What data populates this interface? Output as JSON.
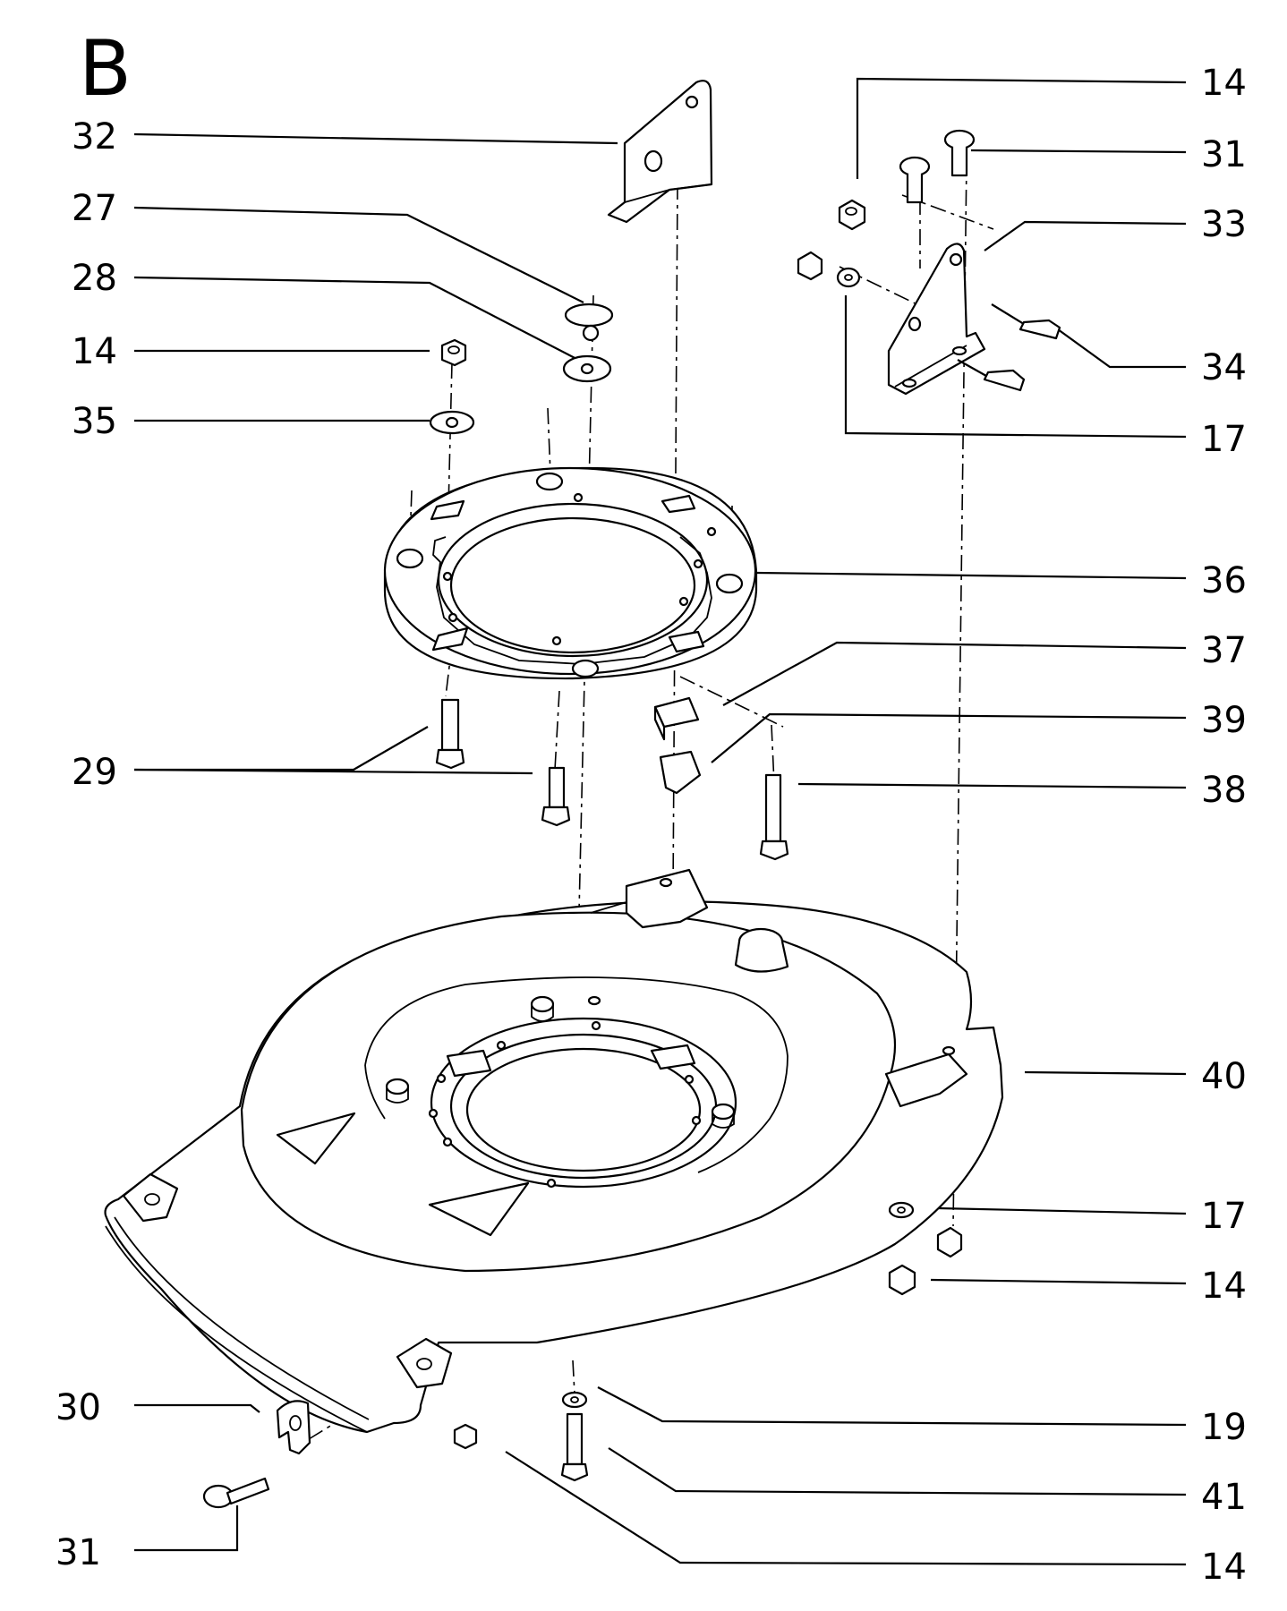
{
  "diagram": {
    "section_letter": "B",
    "callouts": [
      "14",
      "31",
      "33",
      "32",
      "27",
      "28",
      "14",
      "35",
      "34",
      "17",
      "36",
      "37",
      "39",
      "29",
      "38",
      "40",
      "17",
      "14",
      "30",
      "19",
      "41",
      "31",
      "14"
    ]
  }
}
